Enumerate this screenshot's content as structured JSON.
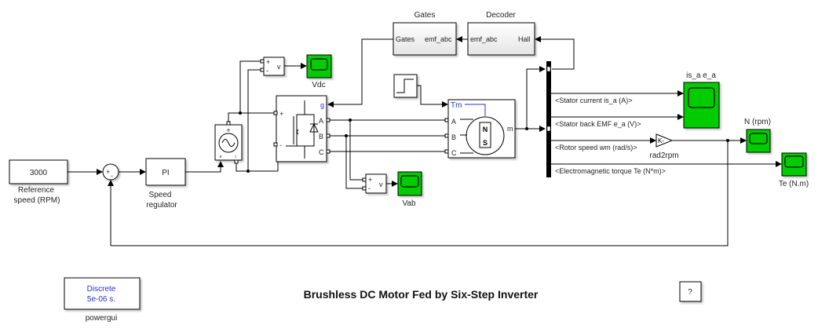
{
  "title": "Brushless DC Motor Fed by Six-Step Inverter",
  "blocks": {
    "reference": {
      "value": "3000",
      "label_line1": "Reference",
      "label_line2": "speed (RPM)"
    },
    "sum": {
      "plus": "+",
      "minus": "-"
    },
    "pi": {
      "value": "PI",
      "label_line1": "Speed",
      "label_line2": "regulator"
    },
    "dc_source": {
      "plus": "+",
      "port1": "s",
      "port2": "i"
    },
    "vm_dc": {
      "plus": "+",
      "minus": "-",
      "out": "v"
    },
    "vdc_scope": {
      "label": "Vdc"
    },
    "inverter": {
      "plus": "+",
      "minus": "-",
      "g": "g",
      "a": "A",
      "b": "B",
      "c": "C"
    },
    "gates": {
      "label": "Gates",
      "in": "Gates",
      "out": "emf_abc"
    },
    "decoder": {
      "label": "Decoder",
      "in": "emf_abc",
      "out": "Hall"
    },
    "motor": {
      "tm": "Tm",
      "a": "A",
      "b": "B",
      "c": "C",
      "m": "m",
      "n": "N",
      "s": "S"
    },
    "vm_ab": {
      "plus": "+",
      "minus": "-",
      "out": "v"
    },
    "vab_scope": {
      "label": "Vab"
    },
    "signals": [
      "<Stator current is_a (A)>",
      "<Stator back EMF e_a (V)>",
      "<Rotor speed wm (rad/s)>",
      "<Electromagnetic torque Te (N*m)>"
    ],
    "gain": {
      "value": "K-",
      "label": "rad2rpm"
    },
    "scope_isa": {
      "label": "is_a e_a"
    },
    "scope_n": {
      "label": "N (rpm)"
    },
    "scope_te": {
      "label": "Te (N.m)"
    },
    "powergui": {
      "line1": "Discrete",
      "line2": "5e-06 s.",
      "label": "powergui"
    },
    "help": {
      "value": "?"
    }
  },
  "colors": {
    "scope": "#00cc00",
    "port_text": "#2233cc"
  }
}
